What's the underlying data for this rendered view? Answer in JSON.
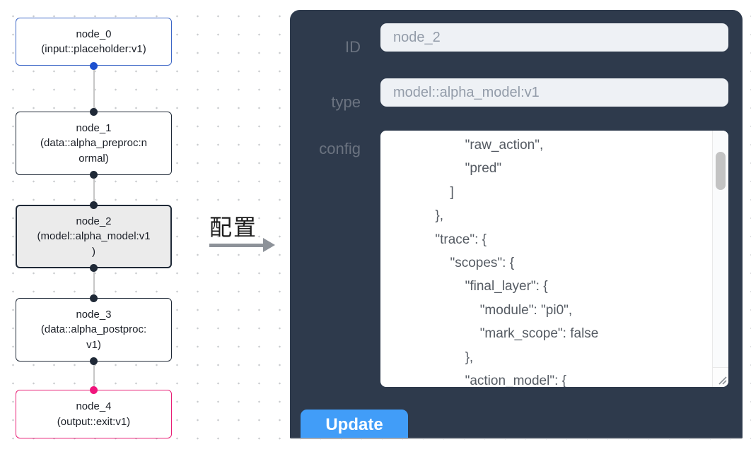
{
  "canvas": {
    "nodes": [
      {
        "id": "node_0",
        "lines": [
          "node_0",
          "(input::placeholder:v1)"
        ]
      },
      {
        "id": "node_1",
        "lines": [
          "node_1",
          "(data::alpha_preproc:n",
          "ormal)"
        ]
      },
      {
        "id": "node_2",
        "lines": [
          "node_2",
          "(model::alpha_model:v1",
          ")"
        ]
      },
      {
        "id": "node_3",
        "lines": [
          "node_3",
          "(data::alpha_postproc:",
          "v1)"
        ]
      },
      {
        "id": "node_4",
        "lines": [
          "node_4",
          "(output::exit:v1)"
        ]
      }
    ]
  },
  "annotation": {
    "label": "配置"
  },
  "panel": {
    "id_label": "ID",
    "id_value": "node_2",
    "type_label": "type",
    "type_value": "model::alpha_model:v1",
    "config_label": "config",
    "config_lines": [
      "                    \"raw_action\",",
      "                    \"pred\"",
      "                ]",
      "            },",
      "            \"trace\": {",
      "                \"scopes\": {",
      "                    \"final_layer\": {",
      "                        \"module\": \"pi0\",",
      "                        \"mark_scope\": false",
      "                    },",
      "                    \"action_model\": {"
    ],
    "update_label": "Update"
  },
  "colors": {
    "panel-bg": "#2e3a4c",
    "node-border": "#1f2937",
    "node-selected-bg": "#ebebeb",
    "blue-node": "#3c66c6",
    "blue-port": "#1d50cf",
    "pink-node": "#e81f76",
    "pink-port": "#f0157c",
    "edge": "#c7c7c7",
    "accent-button": "#419df8",
    "field-bg": "#eef1f5",
    "field-text": "#939ca9",
    "label-text": "#6b7380",
    "code-text": "#555b63",
    "arrow": "#8d9299"
  }
}
